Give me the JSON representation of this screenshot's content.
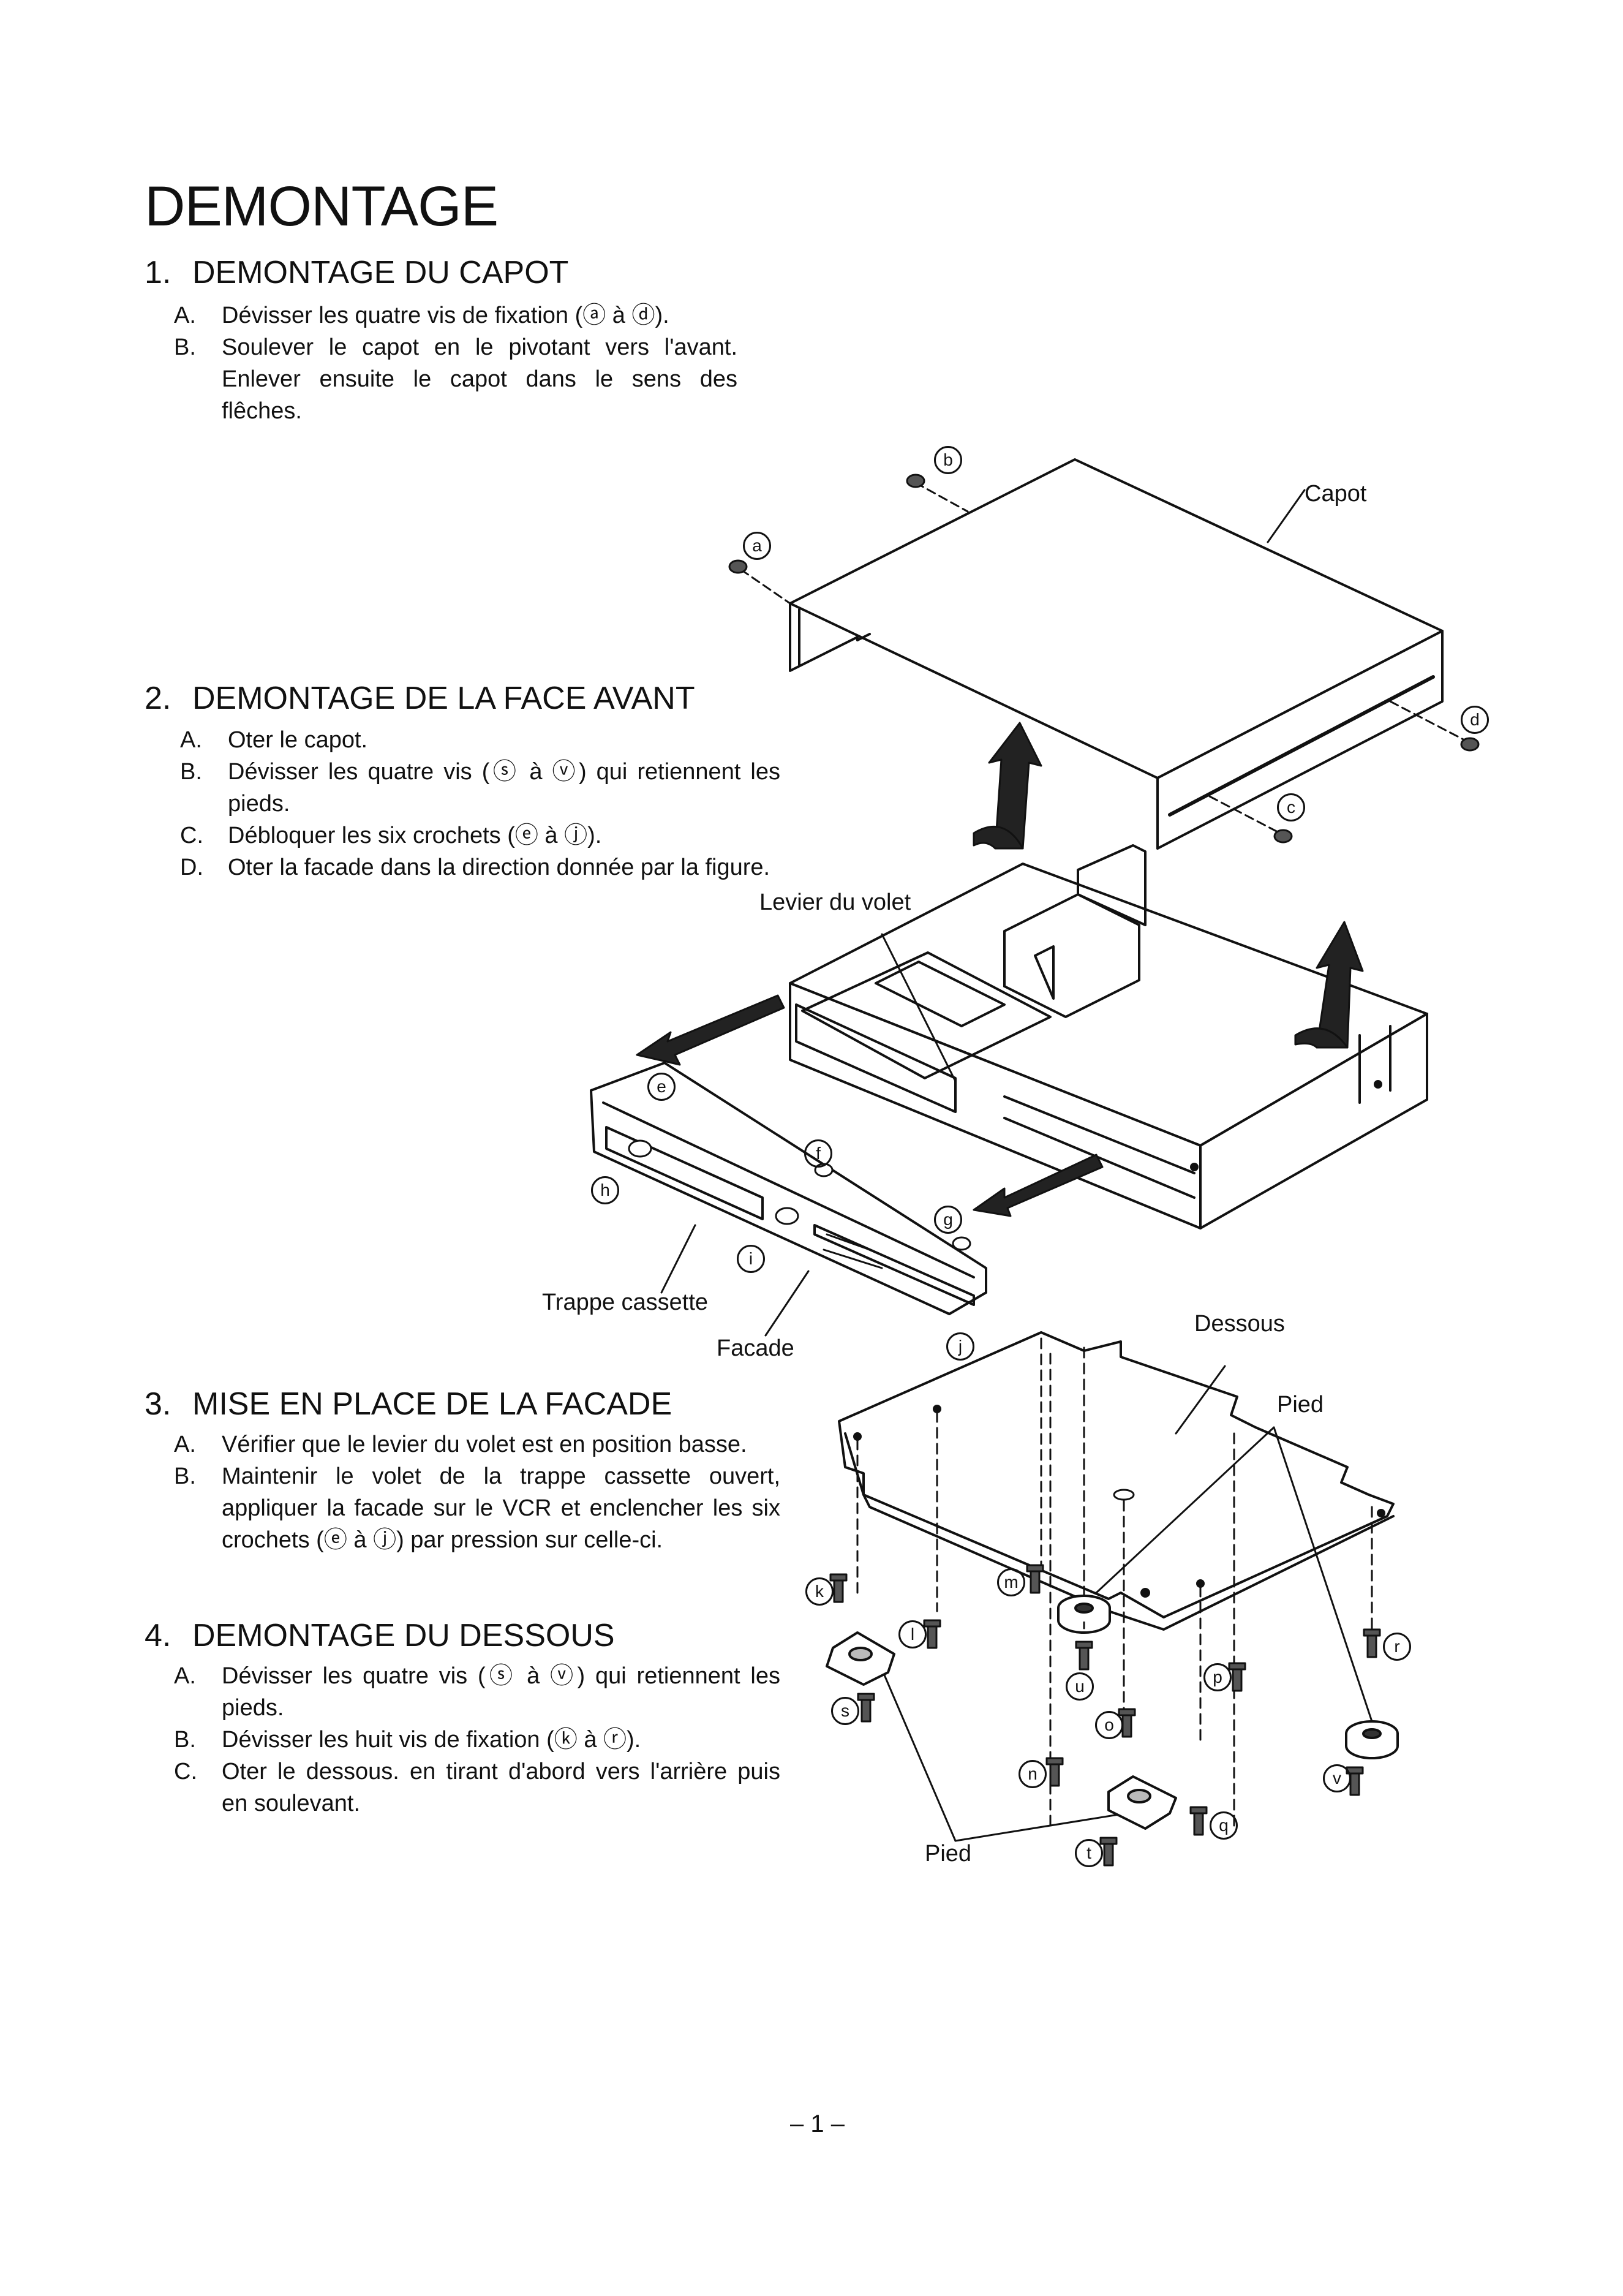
{
  "title": "DEMONTAGE",
  "sections": [
    {
      "number": "1.",
      "heading": "DEMONTAGE DU CAPOT",
      "steps": [
        {
          "letter": "A.",
          "text": "Dévisser les quatre vis de fixation (ⓐ à ⓓ)."
        },
        {
          "letter": "B.",
          "text": "Soulever le capot en le pivotant vers l'avant. Enlever ensuite le capot dans le sens des flêches."
        }
      ]
    },
    {
      "number": "2.",
      "heading": "DEMONTAGE DE LA FACE AVANT",
      "steps": [
        {
          "letter": "A.",
          "text": "Oter le capot."
        },
        {
          "letter": "B.",
          "text": "Dévisser les quatre vis (ⓢ à ⓥ) qui retiennent les pieds."
        },
        {
          "letter": "C.",
          "text": "Débloquer les six crochets (ⓔ à ⓙ)."
        },
        {
          "letter": "D.",
          "text": "Oter la facade dans la direction donnée par la figure."
        }
      ]
    },
    {
      "number": "3.",
      "heading": "MISE EN PLACE DE LA FACADE",
      "steps": [
        {
          "letter": "A.",
          "text": "Vérifier que le levier du volet est en position basse."
        },
        {
          "letter": "B.",
          "text": "Maintenir le volet de la trappe cassette ouvert, appliquer la facade sur le VCR et enclencher les six crochets (ⓔ à ⓙ) par pression sur celle-ci."
        }
      ]
    },
    {
      "number": "4.",
      "heading": "DEMONTAGE DU DESSOUS",
      "steps": [
        {
          "letter": "A.",
          "text": "Dévisser les quatre vis (ⓢ à ⓥ) qui retiennent les pieds."
        },
        {
          "letter": "B.",
          "text": "Dévisser les huit vis de fixation (ⓚ à ⓡ)."
        },
        {
          "letter": "C.",
          "text": "Oter le dessous. en tirant d'abord vers l'arrière puis en soulevant."
        }
      ]
    }
  ],
  "figure_labels": {
    "capot": "Capot",
    "levier": "Levier du volet",
    "trappe": "Trappe cassette",
    "facade": "Facade",
    "dessous": "Dessous",
    "pied_top": "Pied",
    "pied_bottom": "Pied"
  },
  "screw_markers": {
    "a": "a",
    "b": "b",
    "c": "c",
    "d": "d",
    "e": "e",
    "f": "f",
    "g": "g",
    "h": "h",
    "i": "i",
    "j": "j",
    "k": "k",
    "l": "l",
    "m": "m",
    "n": "n",
    "o": "o",
    "p": "p",
    "q": "q",
    "r": "r",
    "s": "s",
    "t": "t",
    "u": "u",
    "v": "v"
  },
  "page_number": "– 1 –"
}
